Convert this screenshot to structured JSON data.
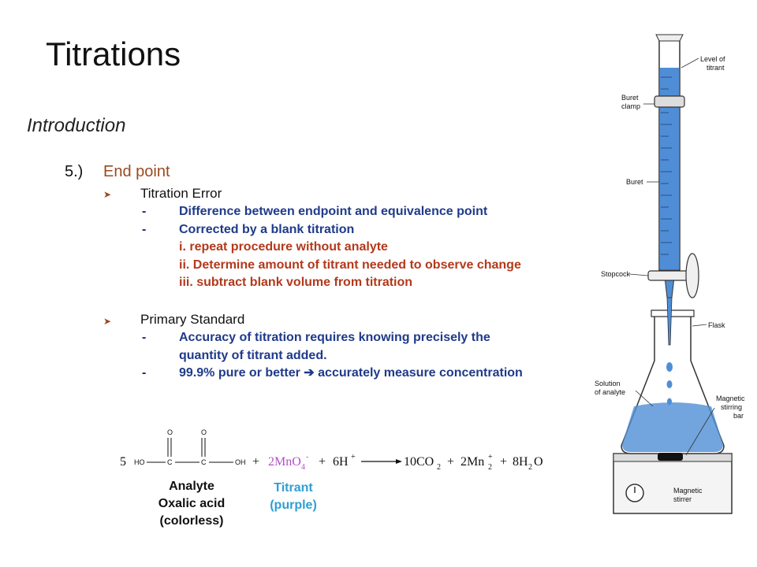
{
  "slide": {
    "title": "Titrations",
    "section": "Introduction",
    "item_number": "5.)",
    "item_heading": "End point"
  },
  "titration_error": {
    "label": "Titration Error",
    "points": [
      "Difference between endpoint and equivalence point",
      "Corrected by a blank titration"
    ],
    "steps": [
      "i. repeat procedure without analyte",
      "ii. Determine amount of titrant needed to observe change",
      "iii. subtract blank volume from titration"
    ]
  },
  "primary_standard": {
    "label": "Primary Standard",
    "points": [
      "Accuracy of titration requires knowing precisely the",
      "quantity of titrant added.",
      "99.9% pure or better",
      "accurately measure concentration"
    ]
  },
  "equation": {
    "coef": "5",
    "ho": "HO",
    "oh": "OH",
    "c": "C",
    "o": "O",
    "plus": "+",
    "titrant": "2MnO",
    "titrant_sub": "4",
    "titrant_sup": "-",
    "acid": "6H",
    "acid_sup": "+",
    "co2": "10CO",
    "co2_sub": "2",
    "mn": "2Mn",
    "mn_sub": "2",
    "mn_sup": "+",
    "water": "8H",
    "water_sub": "2",
    "water_o": "O",
    "titrant_color": "#b44fc8"
  },
  "labels": {
    "analyte": [
      "Analyte",
      "Oxalic acid",
      "(colorless)"
    ],
    "titrant": [
      "Titrant",
      "(purple)"
    ]
  },
  "apparatus": {
    "level": [
      "Level of",
      "titrant"
    ],
    "clamp": [
      "Buret",
      "clamp"
    ],
    "buret": "Buret",
    "stopcock": "Stopcock",
    "flask": "Flask",
    "solution": [
      "Solution",
      "of analyte"
    ],
    "magnetic_bar": [
      "Magnetic",
      "stirring",
      "bar"
    ],
    "stirrer": [
      "Magnetic",
      "stirrer"
    ],
    "liquid_color": "#4f8ed6"
  }
}
